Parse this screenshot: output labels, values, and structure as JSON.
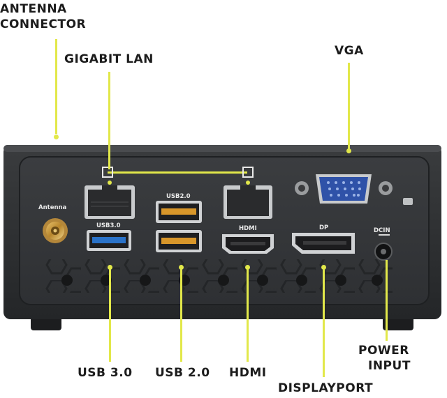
{
  "callouts": {
    "antenna_connector": [
      "ANTENNA",
      "CONNECTOR"
    ],
    "gigabit_lan": "GIGABIT LAN",
    "vga": "VGA",
    "usb30": "USB 3.0",
    "usb20": "USB 2.0",
    "hdmi": "HDMI",
    "displayport": "DISPLAYPORT",
    "power_input": [
      "POWER",
      "INPUT"
    ]
  },
  "device_labels": {
    "antenna": "Antenna",
    "usb20": "USB2.0",
    "usb30": "USB3.0",
    "hdmi": "HDMI",
    "dp": "DP",
    "dcin": "DCIN"
  },
  "colors": {
    "callout_line": "#e2e84a",
    "body": "#2d2f31",
    "usb3_blue": "#2a72c8",
    "usb2_orange": "#d8962a",
    "vga_blue": "#2f52a8"
  }
}
